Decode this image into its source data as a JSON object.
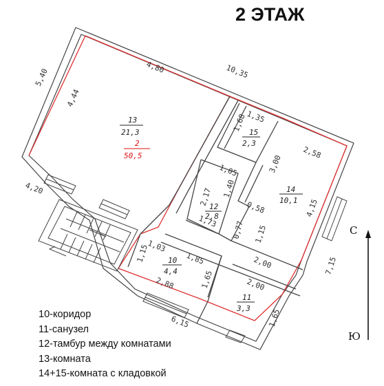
{
  "title": "2 ЭТАЖ",
  "legend": [
    "10-коридор",
    "11-санузел",
    "12-тамбур между комнатами",
    "13-комната",
    "14+15-комната с кладовкой"
  ],
  "rooms": [
    {
      "id": "room-13",
      "num": "13",
      "area": "21,3"
    },
    {
      "id": "room-13-total",
      "num": "2",
      "area": "50,5"
    },
    {
      "id": "room-15",
      "num": "15",
      "area": "2,3"
    },
    {
      "id": "room-14",
      "num": "14",
      "area": "10,1"
    },
    {
      "id": "room-12",
      "num": "12",
      "area": "2,8"
    },
    {
      "id": "room-10",
      "num": "10",
      "area": "4,4"
    },
    {
      "id": "room-11",
      "num": "11",
      "area": "3,3"
    }
  ],
  "dimensions": {
    "d_540": "5,40",
    "d_480": "4,80",
    "d_1035": "10,35",
    "d_444": "4,44",
    "d_420": "4,20",
    "d_135": "1,35",
    "d_168": "1,68",
    "d_258": "2,58",
    "d_300": "3,00",
    "d_105": "1,05",
    "d_217": "2,17",
    "d_140": "1,40",
    "d_173": "1,73",
    "d_077": "0,77",
    "d_058": "0,58",
    "d_115a": "1,15",
    "d_415": "4,15",
    "d_715": "7,15",
    "d_103": "1,03",
    "d_115b": "1,15",
    "d_185": "1,85",
    "d_288": "2,88",
    "d_165a": "1,65",
    "d_200a": "2,00",
    "d_200b": "2,00",
    "d_165b": "1,65",
    "d_615": "6,15"
  },
  "compass": {
    "north": "С",
    "south": "Ю"
  },
  "colors": {
    "wall": "#444444",
    "red_outline": "#e03030",
    "text": "#111111"
  }
}
